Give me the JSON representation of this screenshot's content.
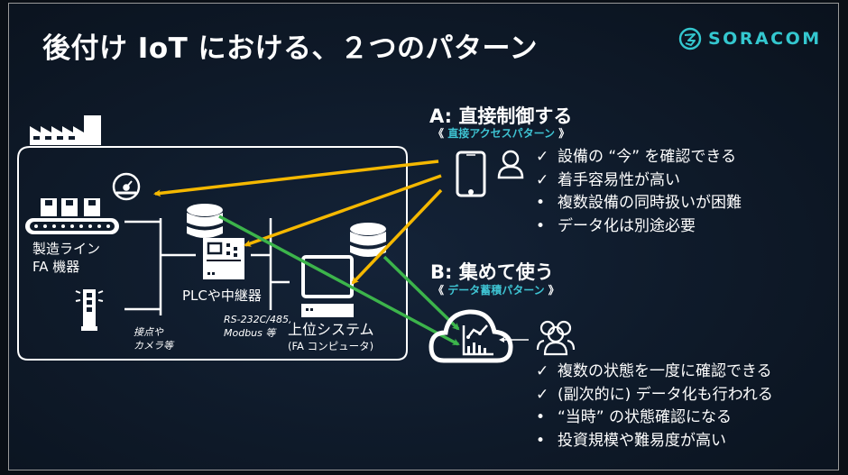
{
  "title": "後付け IoT における、２つのパターン",
  "brand": {
    "name": "SORACOM",
    "color": "#34c7cf",
    "icon": "soracom-logo-icon"
  },
  "colors": {
    "arrow_direct": "#f5b800",
    "arrow_collect": "#3cb44b",
    "accent_sub": "#3ec3d2"
  },
  "factory": {
    "icon": "factory-icon",
    "devices": [
      {
        "id": "line",
        "label_1": "製造ライン",
        "label_2": "FA 機器",
        "icon": "conveyor-icon"
      },
      {
        "id": "gauge",
        "icon": "gauge-icon"
      },
      {
        "id": "signal",
        "icon": "signal-tower-icon"
      },
      {
        "id": "plc",
        "label": "PLCや中継器",
        "icon": "plc-icon"
      },
      {
        "id": "upper",
        "label_1": "上位システム",
        "label_2": "(FA コンピュータ)",
        "icon": "computer-icon"
      }
    ],
    "connections": [
      {
        "label_1": "接点や",
        "label_2": "カメラ等"
      },
      {
        "label_1": "RS-232C/485,",
        "label_2": "Modbus 等"
      }
    ]
  },
  "pattern_a": {
    "title": "A: 直接制御する",
    "subtitle": "直接アクセスパターン",
    "bracket_open": "《",
    "bracket_close": "》",
    "icons": [
      "smartphone-icon",
      "user-icon"
    ],
    "points": [
      {
        "marker": "✓",
        "text": "設備の “今” を確認できる"
      },
      {
        "marker": "✓",
        "text": "着手容易性が高い"
      },
      {
        "marker": "•",
        "text": "複数設備の同時扱いが困難"
      },
      {
        "marker": "•",
        "text": "データ化は別途必要"
      }
    ]
  },
  "pattern_b": {
    "title": "B: 集めて使う",
    "subtitle": "データ蓄積パターン",
    "bracket_open": "《",
    "bracket_close": "》",
    "icons": [
      "cloud-analytics-icon",
      "users-group-icon"
    ],
    "points": [
      {
        "marker": "✓",
        "text": "複数の状態を一度に確認できる"
      },
      {
        "marker": "✓",
        "text": "(副次的に) データ化も行われる"
      },
      {
        "marker": "•",
        "text": "“当時” の状態確認になる"
      },
      {
        "marker": "•",
        "text": "投資規模や難易度が高い"
      }
    ]
  }
}
